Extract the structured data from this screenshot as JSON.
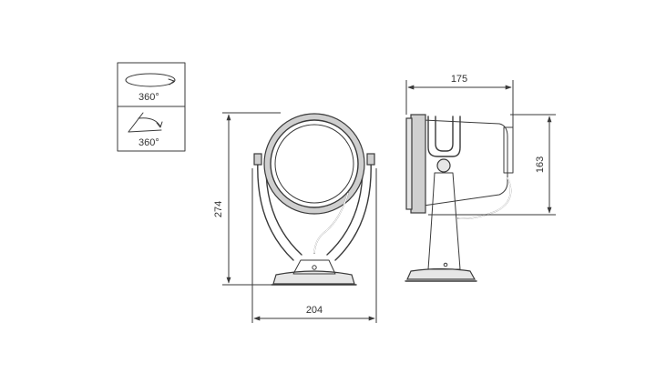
{
  "rotation_legend": {
    "horizontal_label": "360°",
    "tilt_label": "360°"
  },
  "dimensions": {
    "height": "274",
    "width": "204",
    "depth": "175",
    "head_height": "163"
  }
}
